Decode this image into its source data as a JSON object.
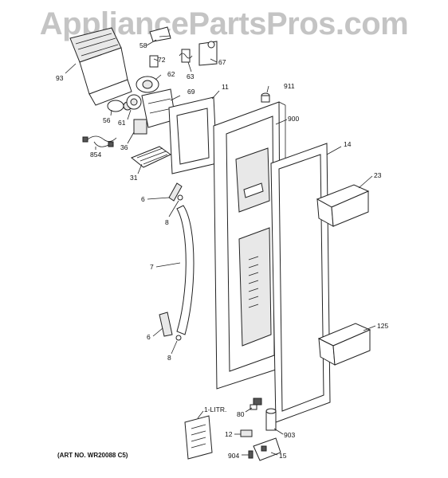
{
  "watermark": "AppliancePartsPros.com",
  "art_number": "(ART NO. WR20088 C5)",
  "callouts": {
    "c93": "93",
    "c58": "58",
    "c72": "72",
    "c62": "62",
    "c63": "63",
    "c67": "67",
    "c11": "11",
    "c911": "911",
    "c69": "69",
    "c56": "56",
    "c61": "61",
    "c900": "900",
    "c36": "36",
    "c854": "854",
    "c14": "14",
    "c31": "31",
    "c23": "23",
    "c6a": "6",
    "c8a": "8",
    "c7": "7",
    "c125": "125",
    "c6b": "6",
    "c8b": "8",
    "c1litr": "1-LITR.",
    "c80": "80",
    "c12": "12",
    "c903": "903",
    "c904": "904",
    "c15": "15"
  }
}
